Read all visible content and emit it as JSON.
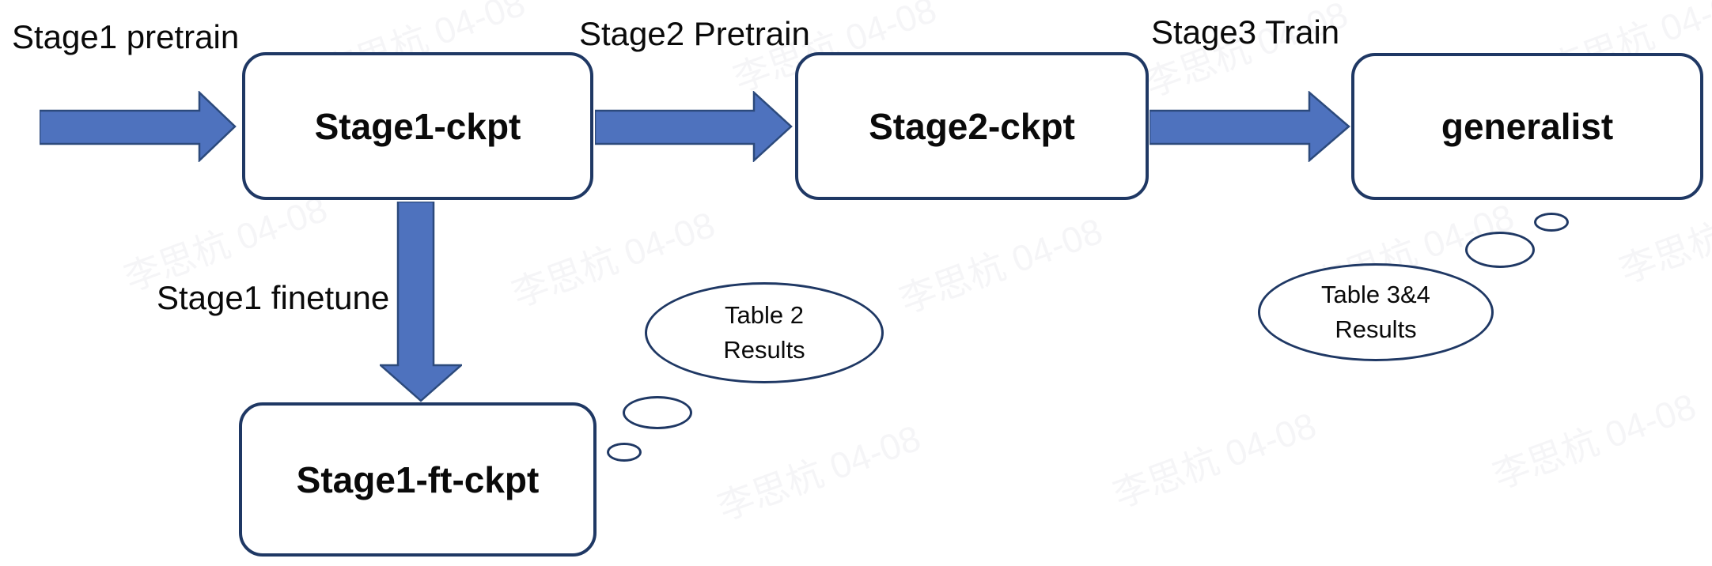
{
  "watermark": {
    "text": "李思杭 04-08"
  },
  "colors": {
    "arrow_fill": "#4E72BE",
    "arrow_stroke": "#2C4A7C",
    "shape_border": "#1F3864",
    "text": "#0A0A0A"
  },
  "flow": {
    "stage1_pretrain_label": "Stage1 pretrain",
    "stage2_pretrain_label": "Stage2 Pretrain",
    "stage3_train_label": "Stage3 Train",
    "stage1_finetune_label": "Stage1 finetune"
  },
  "boxes": {
    "stage1_ckpt": "Stage1-ckpt",
    "stage2_ckpt": "Stage2-ckpt",
    "generalist": "generalist",
    "stage1_ft_ckpt": "Stage1-ft-ckpt"
  },
  "bubbles": {
    "table2": {
      "line1": "Table 2",
      "line2": "Results"
    },
    "table34": {
      "line1": "Table 3&4",
      "line2": "Results"
    }
  }
}
